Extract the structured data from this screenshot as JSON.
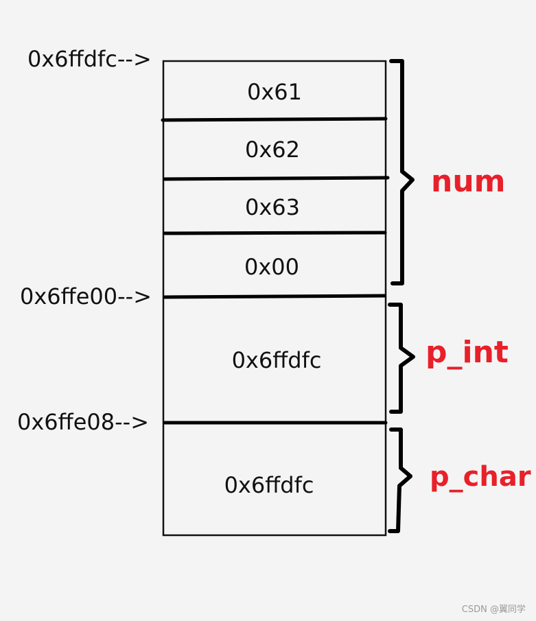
{
  "addresses": {
    "a0": "0x6ffdfc-->",
    "a1": "0x6ffe00-->",
    "a2": "0x6ffe08-->"
  },
  "cells": {
    "c0": "0x61",
    "c1": "0x62",
    "c2": "0x63",
    "c3": "0x00",
    "c4": "0x6ffdfc",
    "c5": "0x6ffdfc"
  },
  "variables": {
    "num": "num",
    "p_int": "p_int",
    "p_char": "p_char"
  },
  "colors": {
    "label": "#e8202a",
    "line": "#000000"
  },
  "watermark": "CSDN @翼同学"
}
